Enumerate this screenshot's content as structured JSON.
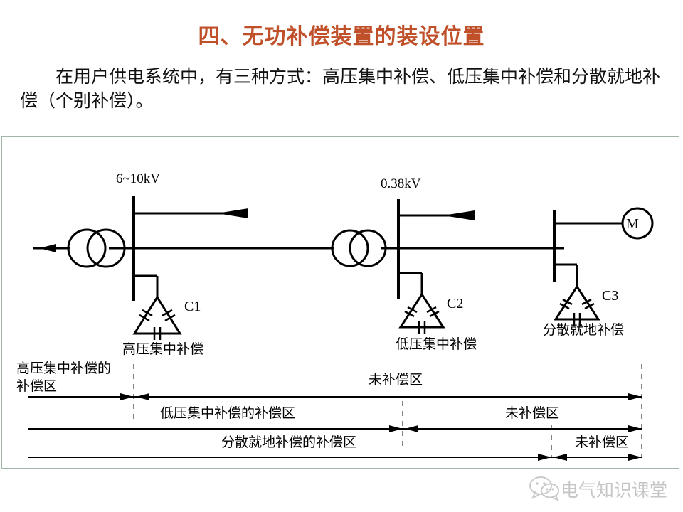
{
  "slide": {
    "title": "四、无功补偿装置的装设位置",
    "title_color": "#c0502a",
    "body_text": "在用户供电系统中，有三种方式：高压集中补偿、低压集中补偿和分散就地补偿（个别补偿）。"
  },
  "diagram": {
    "border_color": "#9fb5a6",
    "line_color": "#000000",
    "voltage_labels": {
      "hv_bus": "6~10kV",
      "lv_bus": "0.38kV"
    },
    "capacitors": [
      {
        "tag": "C1",
        "caption": "高压集中补偿"
      },
      {
        "tag": "C2",
        "caption": "低压集中补偿"
      },
      {
        "tag": "C3",
        "caption": "分散就地补偿"
      }
    ],
    "motor_label": "M",
    "zones": [
      {
        "row": 1,
        "compensated_label": "高压集中补偿的\n补偿区",
        "compensated_label_line1": "高压集中补偿的",
        "compensated_label_line2": "补偿区",
        "uncompensated_label": "未补偿区"
      },
      {
        "row": 2,
        "compensated_label": "低压集中补偿的补偿区",
        "uncompensated_label": "未补偿区"
      },
      {
        "row": 3,
        "compensated_label": "分散就地补偿的补偿区",
        "uncompensated_label": "未补偿区"
      }
    ]
  },
  "watermark": {
    "text": "电气知识课堂",
    "icon": "wechat-icon"
  }
}
